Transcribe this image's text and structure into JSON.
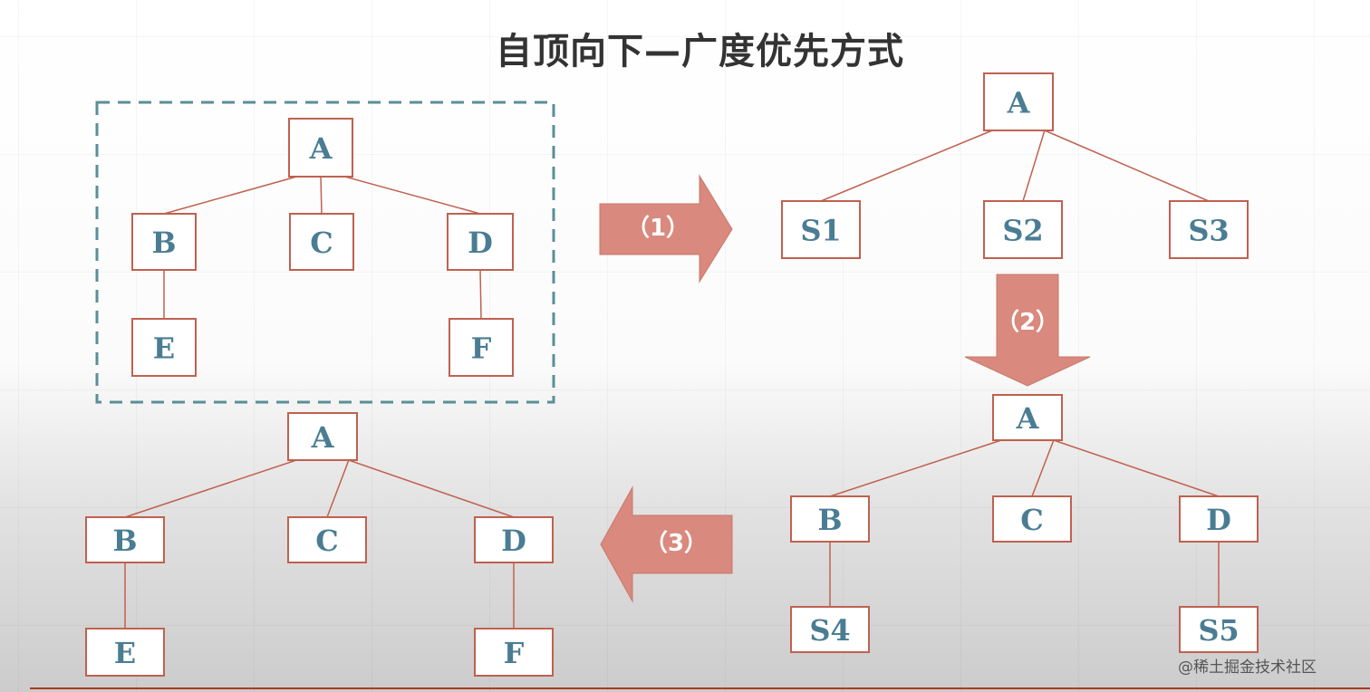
{
  "title": "自顶向下—广度优先方式",
  "steps": [
    "（1）",
    "（2）",
    "（3）"
  ],
  "watermark": "@稀土掘金技术社区",
  "colors": {
    "node_border": "#c0614f",
    "node_text": "#4a7d93",
    "arrow_fill": "#d9897d",
    "frame": "#5a8f96",
    "baseline": "#b03a20"
  },
  "trees": [
    {
      "id": "original",
      "nodes": [
        "A",
        "B",
        "C",
        "D",
        "E",
        "F"
      ],
      "edges": [
        [
          "A",
          "B"
        ],
        [
          "A",
          "C"
        ],
        [
          "A",
          "D"
        ],
        [
          "B",
          "E"
        ],
        [
          "D",
          "F"
        ]
      ]
    },
    {
      "id": "step1",
      "nodes": [
        "A",
        "S1",
        "S2",
        "S3"
      ],
      "edges": [
        [
          "A",
          "S1"
        ],
        [
          "A",
          "S2"
        ],
        [
          "A",
          "S3"
        ]
      ]
    },
    {
      "id": "step2",
      "nodes": [
        "A",
        "B",
        "C",
        "D",
        "S4",
        "S5"
      ],
      "edges": [
        [
          "A",
          "B"
        ],
        [
          "A",
          "C"
        ],
        [
          "A",
          "D"
        ],
        [
          "B",
          "S4"
        ],
        [
          "D",
          "S5"
        ]
      ]
    },
    {
      "id": "result",
      "nodes": [
        "A",
        "B",
        "C",
        "D",
        "E",
        "F"
      ],
      "edges": [
        [
          "A",
          "B"
        ],
        [
          "A",
          "C"
        ],
        [
          "A",
          "D"
        ],
        [
          "B",
          "E"
        ],
        [
          "D",
          "F"
        ]
      ]
    }
  ]
}
